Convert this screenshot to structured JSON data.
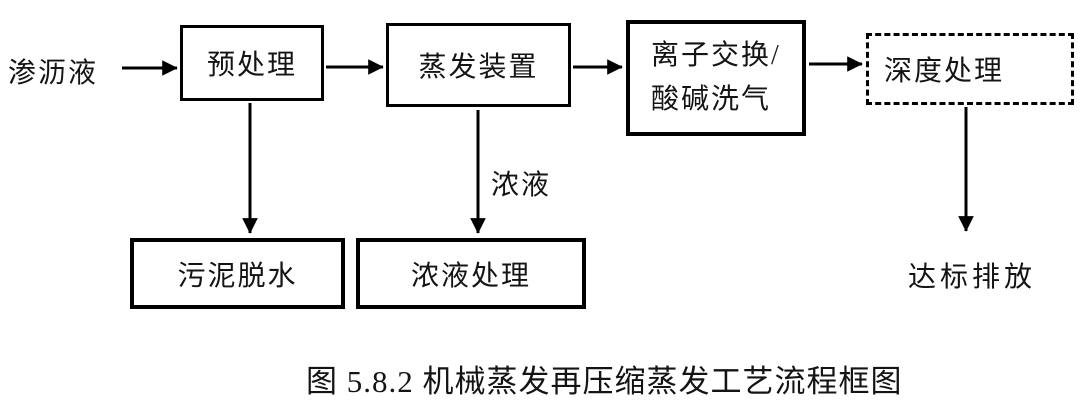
{
  "caption": "图 5.8.2 机械蒸发再压缩蒸发工艺流程框图",
  "labels": {
    "input": "渗沥液",
    "pretreatment": "预处理",
    "evaporator": "蒸发装置",
    "ion_exchange_line1": "离子交换/",
    "ion_exchange_line2": "酸碱洗气",
    "advanced_treatment": "深度处理",
    "sludge_dewatering": "污泥脱水",
    "concentrate_treatment": "浓液处理",
    "concentrate_stream": "浓液",
    "discharge": "达标排放"
  },
  "colors": {
    "line": "#000000",
    "text": "#141414",
    "background": "#ffffff"
  }
}
